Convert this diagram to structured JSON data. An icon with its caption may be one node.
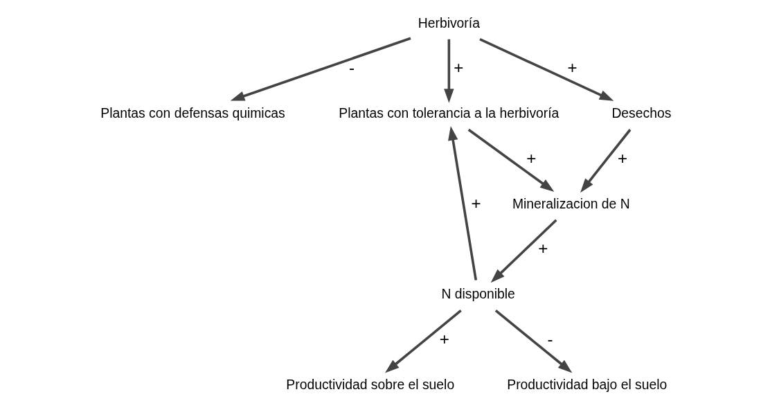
{
  "diagram": {
    "nodes": [
      {
        "text": [
          "Herbivoría"
        ]
      },
      {
        "text": [
          "Plantas con defensas quimicas"
        ]
      },
      {
        "text": [
          "Plantas con tolerancia a la herbivoría"
        ]
      },
      {
        "text": [
          "Desechos"
        ]
      },
      {
        "text": [
          "N disponible"
        ]
      },
      {
        "text": [
          "Productividad sobre el suelo"
        ]
      },
      {
        "text": [
          "Mineralizacion de N"
        ]
      },
      {
        "text": [
          "Productividad bajo el suelo"
        ]
      }
    ],
    "edges": [
      {
        "from": 0,
        "to": 3,
        "arrow": "to",
        "label": "+"
      },
      {
        "from": 0,
        "to": 1,
        "arrow": "to",
        "label": "-"
      },
      {
        "from": 0,
        "to": 2,
        "arrow": "to",
        "label": "+"
      },
      {
        "from": 3,
        "to": 6,
        "arrow": "to",
        "label": "+"
      },
      {
        "from": 2,
        "to": 6,
        "arrow": "to",
        "label": "+"
      },
      {
        "from": 6,
        "to": 4,
        "arrow": "to",
        "label": "+"
      },
      {
        "from": 4,
        "to": 2,
        "arrow": "to",
        "label": "+"
      },
      {
        "from": 4,
        "to": 5,
        "arrow": "to",
        "label": "+"
      },
      {
        "from": 4,
        "to": 7,
        "arrow": "to",
        "label": "-"
      }
    ]
  }
}
